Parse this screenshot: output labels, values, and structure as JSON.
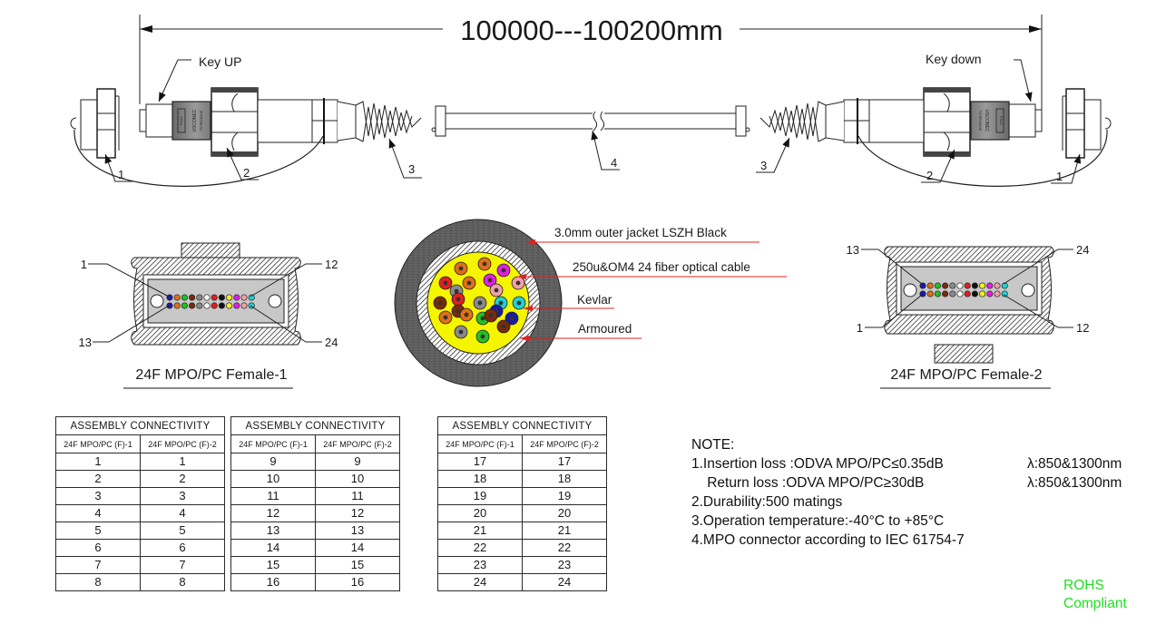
{
  "drawing": {
    "length_dimension": "100000---100200mm",
    "key_up_label": "Key UP",
    "key_down_label": "Key down",
    "callouts_left": [
      "1",
      "2",
      "3"
    ],
    "callout_cable": "4",
    "callouts_right": [
      "3",
      "2",
      "1"
    ],
    "connector_text": {
      "brand": "USCONEC",
      "pull": "PULL",
      "release": "TO RELEASE"
    }
  },
  "end_faces": [
    {
      "title": "24F MPO/PC Female-1",
      "pin_labels": {
        "top_left": "1",
        "top_right": "12",
        "bottom_left": "13",
        "bottom_right": "24"
      },
      "key": "up"
    },
    {
      "title": "24F MPO/PC Female-2",
      "pin_labels": {
        "top_left": "13",
        "top_right": "24",
        "bottom_left": "1",
        "bottom_right": "12"
      },
      "key": "down"
    }
  ],
  "fiber_colors": [
    "#1a1aa8",
    "#e07018",
    "#22c022",
    "#7a2a0a",
    "#8a8a8a",
    "#ffffff",
    "#e02020",
    "#111111",
    "#f0f020",
    "#e020e0",
    "#f0a0a8",
    "#20d0d8"
  ],
  "cross_section": {
    "labels": [
      "3.0mm outer jacket LSZH Black",
      "250u&OM4 24 fiber optical cable",
      "Kevlar",
      "Armoured"
    ],
    "leader_color": "#e02020",
    "fill_color": "#f5f500"
  },
  "tables": [
    {
      "title": "ASSEMBLY   CONNECTIVITY",
      "headers": [
        "24F MPO/PC (F)-1",
        "24F MPO/PC (F)-2"
      ],
      "rows": [
        [
          "1",
          "1"
        ],
        [
          "2",
          "2"
        ],
        [
          "3",
          "3"
        ],
        [
          "4",
          "4"
        ],
        [
          "5",
          "5"
        ],
        [
          "6",
          "6"
        ],
        [
          "7",
          "7"
        ],
        [
          "8",
          "8"
        ]
      ]
    },
    {
      "title": "ASSEMBLY   CONNECTIVITY",
      "headers": [
        "24F MPO/PC (F)-1",
        "24F MPO/PC (F)-2"
      ],
      "rows": [
        [
          "9",
          "9"
        ],
        [
          "10",
          "10"
        ],
        [
          "11",
          "11"
        ],
        [
          "12",
          "12"
        ],
        [
          "13",
          "13"
        ],
        [
          "14",
          "14"
        ],
        [
          "15",
          "15"
        ],
        [
          "16",
          "16"
        ]
      ]
    },
    {
      "title": "ASSEMBLY   CONNECTIVITY",
      "headers": [
        "24F MPO/PC (F)-1",
        "24F MPO/PC (F)-2"
      ],
      "rows": [
        [
          "17",
          "17"
        ],
        [
          "18",
          "18"
        ],
        [
          "19",
          "19"
        ],
        [
          "20",
          "20"
        ],
        [
          "21",
          "21"
        ],
        [
          "22",
          "22"
        ],
        [
          "23",
          "23"
        ],
        [
          "24",
          "24"
        ]
      ]
    }
  ],
  "notes": {
    "heading": "NOTE:",
    "items": [
      {
        "text": "1.Insertion loss :ODVA MPO/PC≤0.35dB",
        "lambda": "λ:850&1300nm"
      },
      {
        "text": "    Return loss :ODVA MPO/PC≥30dB",
        "lambda": "λ:850&1300nm"
      },
      {
        "text": "2.Durability:500 matings",
        "lambda": ""
      },
      {
        "text": "3.Operation temperature:-40°C to +85°C",
        "lambda": ""
      },
      {
        "text": "4.MPO connector according to IEC 61754-7",
        "lambda": ""
      }
    ]
  },
  "rohs": {
    "line1": "ROHS",
    "line2": "Compliant",
    "color": "#22dd22"
  }
}
